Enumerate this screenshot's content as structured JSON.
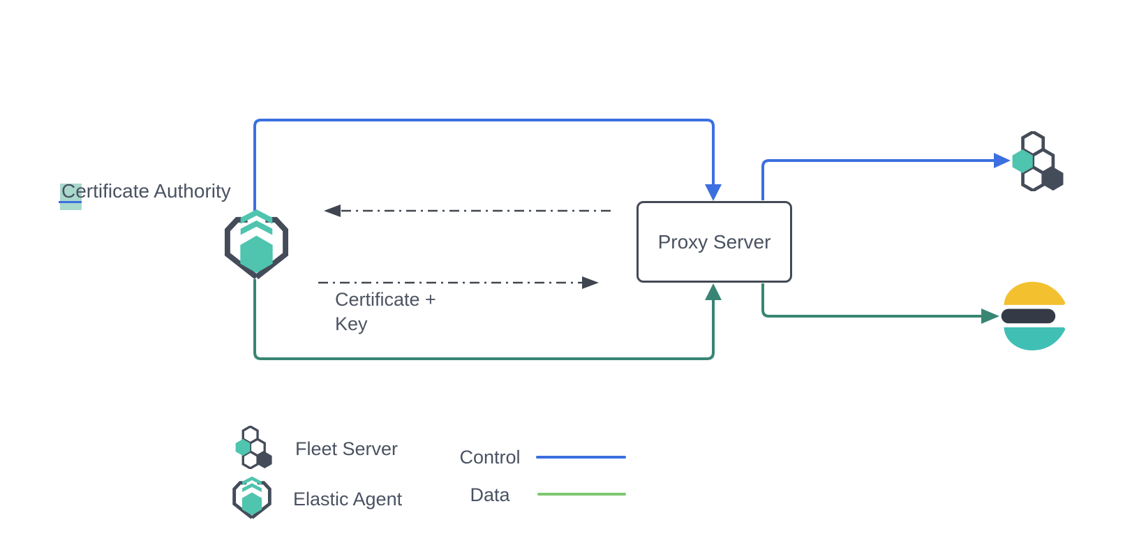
{
  "diagram": {
    "nodes": {
      "certificate_authority": {
        "label": "Certificate Authority"
      },
      "proxy_server": {
        "label": "Proxy Server"
      },
      "elastic_agent": {
        "icon": "elastic-agent-icon"
      },
      "fleet_server": {
        "icon": "fleet-server-icon"
      },
      "elasticsearch": {
        "icon": "elasticsearch-logo"
      }
    },
    "edge_labels": {
      "certificate_key": [
        "Certificate +",
        "Key"
      ]
    },
    "legend": {
      "icons": [
        {
          "icon": "fleet-server-icon",
          "label": "Fleet Server"
        },
        {
          "icon": "elastic-agent-icon",
          "label": "Elastic Agent"
        }
      ],
      "lines": [
        {
          "label": "Control",
          "color": "#3c6fe0"
        },
        {
          "label": "Data",
          "color": "#7dc770"
        }
      ]
    },
    "colors": {
      "control_blue": "#3c6fe0",
      "data_green": "#398574",
      "legend_data_green": "#7dc770",
      "slate_outline": "#444b59",
      "text": "#4a5261",
      "teal": "#4fc4ae",
      "dash_gray": "#40464f",
      "selection_highlight": "#a9d8cc",
      "es_yellow": "#f3c02f",
      "es_teal": "#40bfb4",
      "es_dark": "#343a46"
    }
  }
}
